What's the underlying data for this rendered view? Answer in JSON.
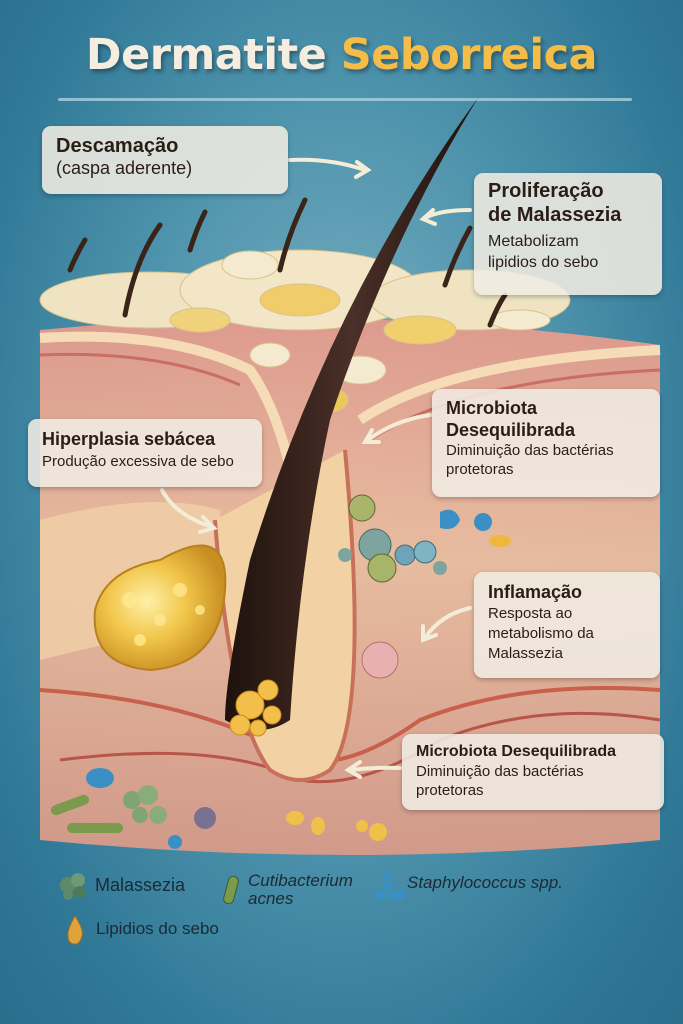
{
  "title": {
    "word1": "Dermatite",
    "word2": "Seborreica",
    "word1_color": "#f5ede0",
    "word2_color": "#f4bd48"
  },
  "callouts": [
    {
      "id": "descamacao",
      "heading": "Descamação",
      "text": "(caspa aderente)"
    },
    {
      "id": "proliferacao",
      "heading_line1": "Proliferação",
      "heading_line2": "de Malassezia",
      "text_line1": "Metabolizam",
      "text_line2": "lipidios do sebo"
    },
    {
      "id": "hiperplasia",
      "heading": "Hiperplasia sebácea",
      "text": "Produção excessiva de sebo"
    },
    {
      "id": "microbiota1",
      "heading_line1": "Microbiota",
      "heading_line2": "Desequilibrada",
      "text_line1": "Diminuição das bactérias",
      "text_line2": "protetoras"
    },
    {
      "id": "inflamacao",
      "heading": "Inflamação",
      "text_line1": "Resposta ao",
      "text_line2": "metabolismo da",
      "text_line3": "Malassezia"
    },
    {
      "id": "microbiota2",
      "heading": "Microbiota Desequilibrada",
      "text_line1": "Diminuição das bactérias",
      "text_line2": "protetoras"
    }
  ],
  "legend": {
    "items": [
      {
        "label": "Malassezia",
        "icon": "malassezia-cluster-icon",
        "color": "#5e8a6a"
      },
      {
        "label_line1": "Cutibacterium",
        "label_line2": "acnes",
        "icon": "rod-bacterium-icon",
        "color": "#7c9a4e"
      },
      {
        "label": "Staphylococcus spp.",
        "icon": "cocci-cluster-icon",
        "color": "#3a8fc4"
      },
      {
        "label": "Lipidios do sebo",
        "icon": "lipid-droplet-icon",
        "color": "#e0a33c"
      }
    ]
  },
  "colors": {
    "background": "#4f94ad",
    "callout_bg": "#f0ece2",
    "text_dark": "#2b1d16",
    "arrow": "#f3ecd6"
  }
}
